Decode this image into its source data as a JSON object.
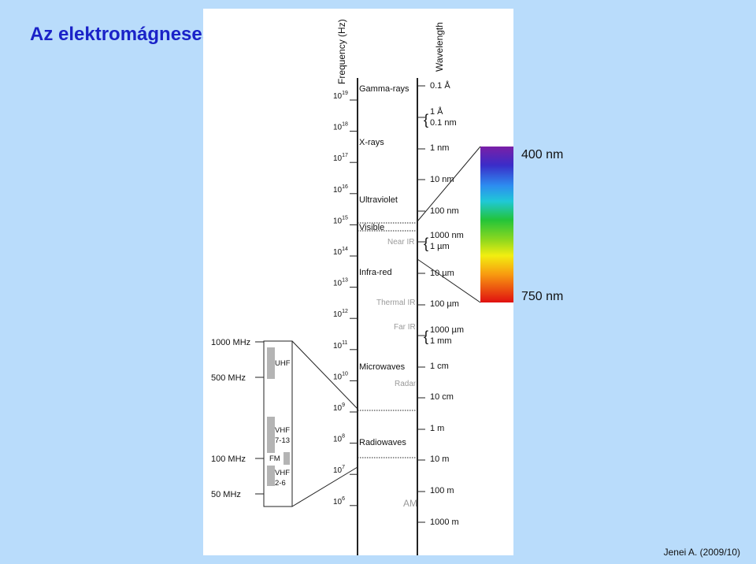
{
  "title": "Az elektromágneses spektrum",
  "credit": "Jenei A. (2009/10)",
  "axis_headers": {
    "frequency": "Frequency (Hz)",
    "wavelength": "Wavelength"
  },
  "frequency_ticks": [
    {
      "base": "10",
      "exp": "19"
    },
    {
      "base": "10",
      "exp": "18"
    },
    {
      "base": "10",
      "exp": "17"
    },
    {
      "base": "10",
      "exp": "16"
    },
    {
      "base": "10",
      "exp": "15"
    },
    {
      "base": "10",
      "exp": "14"
    },
    {
      "base": "10",
      "exp": "13"
    },
    {
      "base": "10",
      "exp": "12"
    },
    {
      "base": "10",
      "exp": "11"
    },
    {
      "base": "10",
      "exp": "10"
    },
    {
      "base": "10",
      "exp": "9"
    },
    {
      "base": "10",
      "exp": "8"
    },
    {
      "base": "10",
      "exp": "7"
    },
    {
      "base": "10",
      "exp": "6"
    }
  ],
  "wavelength_labels": [
    "0.1 Å",
    "1 Å",
    "0.1 nm",
    "1 nm",
    "10 nm",
    "100 nm",
    "1000 nm",
    "1 µm",
    "10 µm",
    "100 µm",
    "1000 µm",
    "1 mm",
    "1 cm",
    "10 cm",
    "1 m",
    "10 m",
    "100 m",
    "1000 m"
  ],
  "bands": [
    "Gamma-rays",
    "X-rays",
    "Ultraviolet",
    "Visible",
    "Infra-red",
    "Microwaves",
    "Radiowaves"
  ],
  "sub_bands": [
    "Near IR",
    "Thermal IR",
    "Far IR",
    "Radar",
    "AM"
  ],
  "radio_scale": [
    "1000 MHz",
    "500 MHz",
    "100 MHz",
    "50 MHz"
  ],
  "radio_bands": [
    "UHF",
    "VHF",
    "7-13",
    "FM",
    "VHF",
    "2-6"
  ],
  "visible_range": {
    "short": "400 nm",
    "long": "750 nm"
  },
  "colors": {
    "title": "#1a22c8",
    "background": "#b9dcfb",
    "panel": "#ffffff"
  }
}
